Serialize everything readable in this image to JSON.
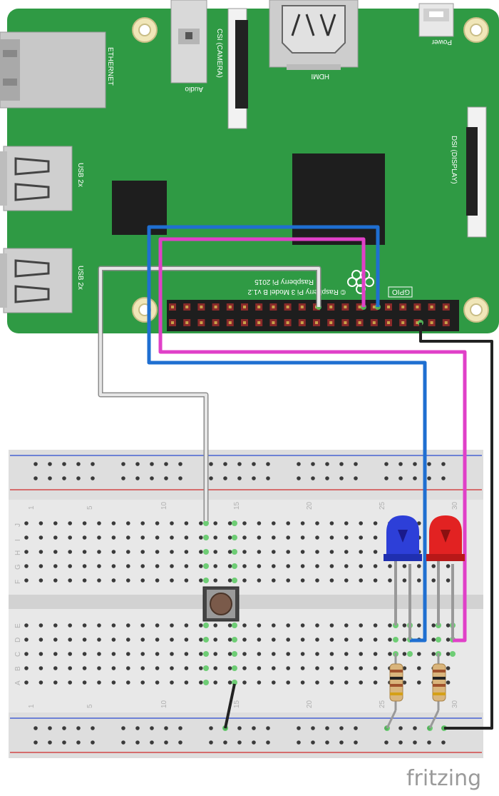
{
  "board": {
    "ethernet_label": "ETHERNET",
    "audio_label": "Audio",
    "csi_label": "CSI (CAMERA)",
    "hdmi_label": "HDMI",
    "power_label": "Power",
    "dsi_label": "DSI (DISPLAY)",
    "usb_label_1": "USB 2x",
    "usb_label_2": "USB 2x",
    "model_line1": "© Raspberry Pi 3 Model B v1.2",
    "model_line2": "Raspberry Pi 2015",
    "gpio_label": "GPIO",
    "pcb_color": "#2e8b3a"
  },
  "breadboard": {
    "column_numbers": [
      "1",
      "5",
      "10",
      "15",
      "20",
      "25",
      "30"
    ],
    "row_letters_top": [
      "J",
      "I",
      "H",
      "G",
      "F"
    ],
    "row_letters_bottom": [
      "E",
      "D",
      "C",
      "B",
      "A"
    ]
  },
  "components": {
    "led_blue_color": "#2d3fd8",
    "led_red_color": "#e22222",
    "button": "push-button",
    "resistor_count": 2
  },
  "wires": {
    "blue": "#1f6fd1",
    "magenta": "#e040c8",
    "white": "#d8d8d8",
    "black": "#222222"
  },
  "watermark": "fritzing"
}
